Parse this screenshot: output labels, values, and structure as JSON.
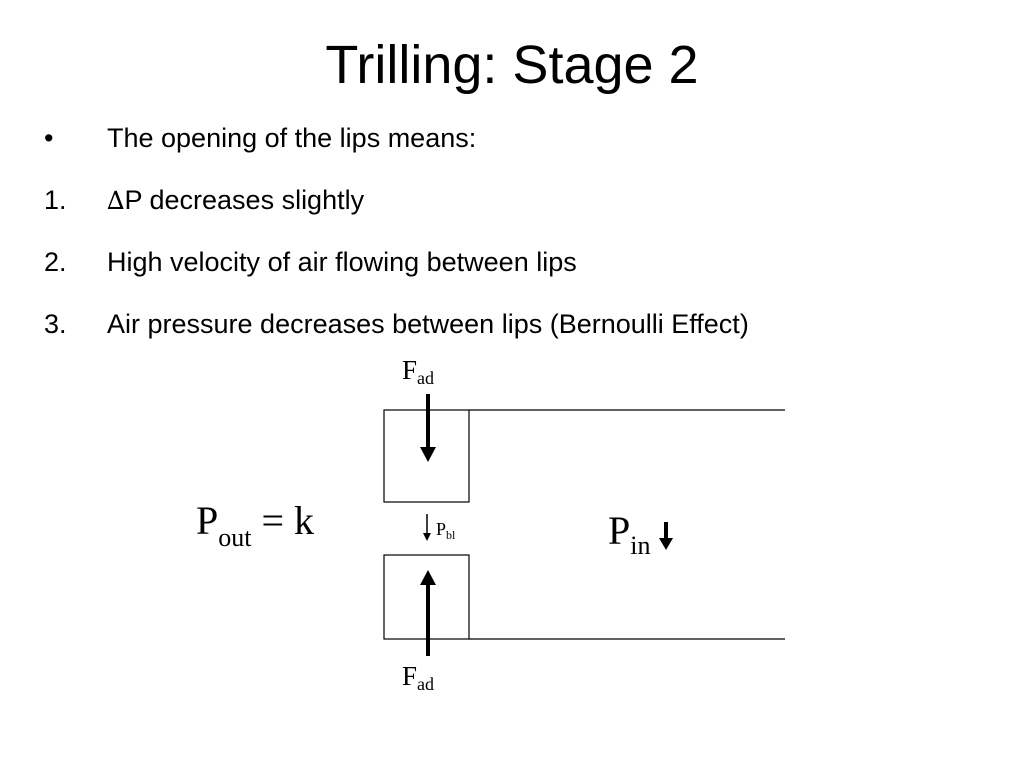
{
  "slide": {
    "title": "Trilling: Stage 2",
    "intro": {
      "marker": "•",
      "text": "The opening of the lips means:"
    },
    "points": [
      {
        "marker": "1.",
        "symbol": "∆",
        "text": "P decreases slightly"
      },
      {
        "marker": "2.",
        "symbol": "",
        "text": "High velocity of air flowing between lips"
      },
      {
        "marker": "3.",
        "symbol": "",
        "text": "Air pressure decreases between lips (Bernoulli Effect)"
      }
    ]
  },
  "diagram": {
    "force_top": {
      "main": "F",
      "sub": "ad"
    },
    "force_bottom": {
      "main": "F",
      "sub": "ad"
    },
    "p_out": {
      "main": "P",
      "sub": "out",
      "rest": " = k"
    },
    "p_bl": {
      "main": "P",
      "sub": "bl"
    },
    "p_in": {
      "main": "P",
      "sub": "in"
    },
    "line_color": "#000000"
  }
}
